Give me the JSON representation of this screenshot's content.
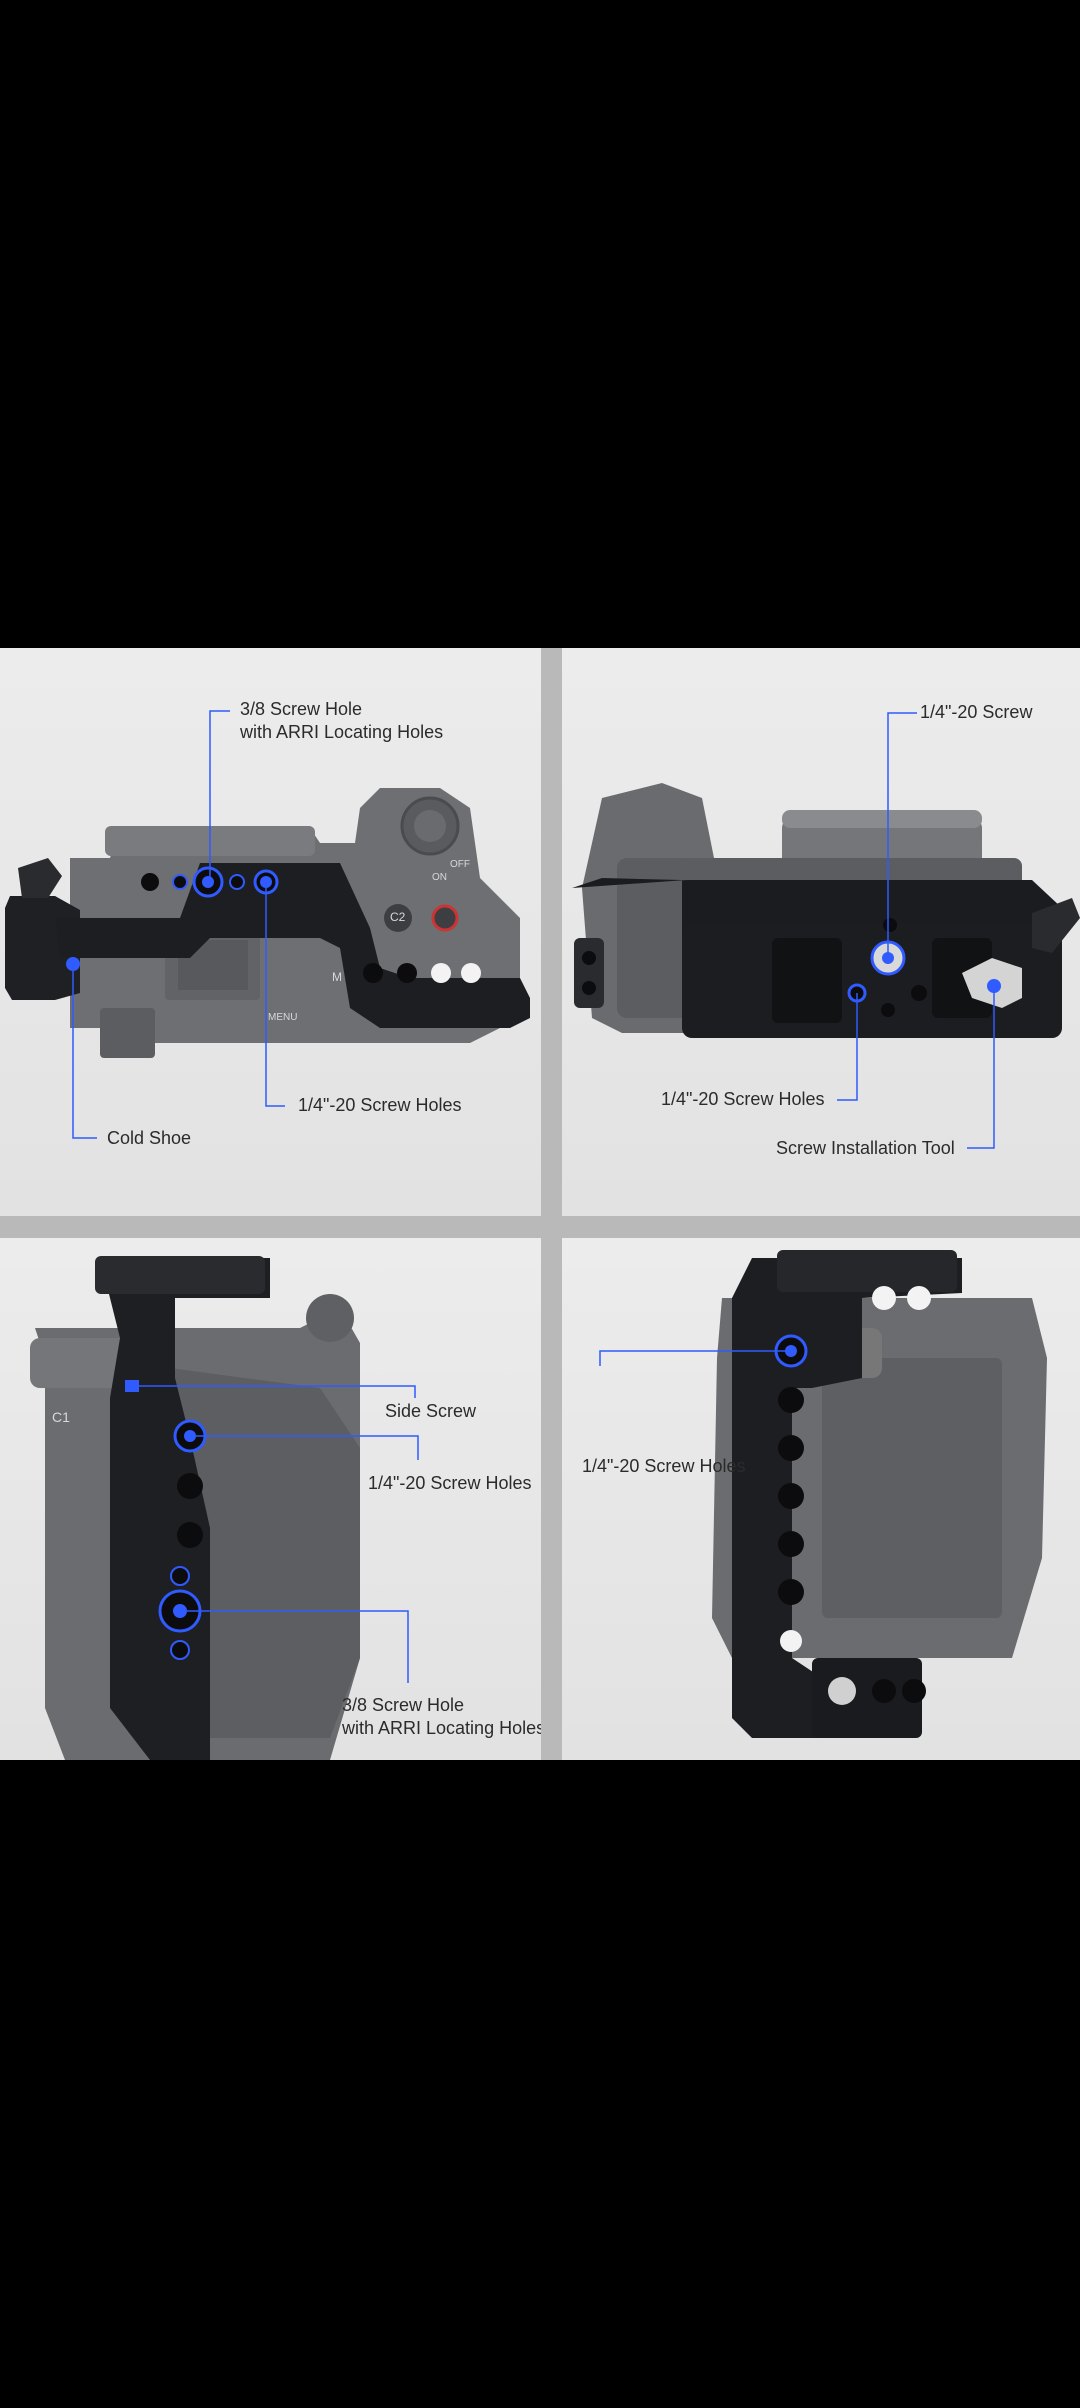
{
  "colors": {
    "background": "#000000",
    "panel": "#e8e8e8",
    "divider": "#b9b9b9",
    "accent_blue": "#2f5bff",
    "cage_metal": "#1e1f22",
    "camera_body": "#6c6d70"
  },
  "panels": {
    "top": {
      "hole_label": {
        "line1": "3/8 Screw Hole",
        "line2": "with ARRI Locating Holes"
      },
      "screw_holes_label": "1/4\"-20  Screw Holes",
      "cold_shoe_label": "Cold Shoe",
      "dial_labels": [
        "OFF",
        "ON",
        "C2",
        "M",
        "MENU"
      ]
    },
    "bottom": {
      "screw_label": "1/4\"-20  Screw",
      "screw_holes_label": "1/4\"-20  Screw Holes",
      "tool_label": "Screw Installation  Tool"
    },
    "side": {
      "side_screw_label": "Side Screw",
      "screw_holes_label": "1/4\"-20  Screw Holes",
      "hole_label": {
        "line1": "3/8 Screw Hole",
        "line2": "with ARRI Locating Holes"
      },
      "button_label": "C1"
    },
    "back": {
      "screw_holes_label": "1/4\"-20  Screw Holes"
    }
  }
}
